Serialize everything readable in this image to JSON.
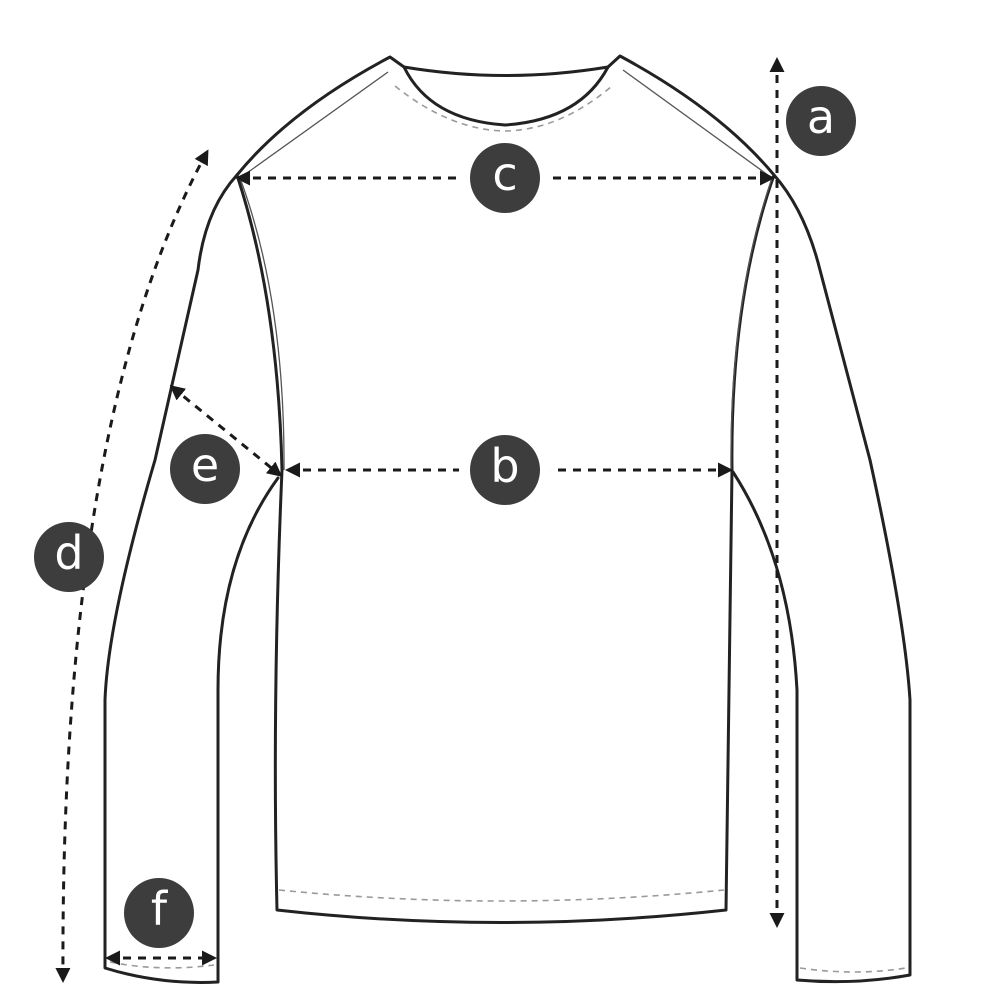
{
  "diagram": {
    "subject": "long-sleeve-shirt-measurement-guide",
    "colors": {
      "outline": "#222222",
      "badge": "#3d3d3d",
      "badge_text": "#ffffff"
    },
    "labels": {
      "a": "a",
      "b": "b",
      "c": "c",
      "d": "d",
      "e": "e",
      "f": "f"
    }
  }
}
